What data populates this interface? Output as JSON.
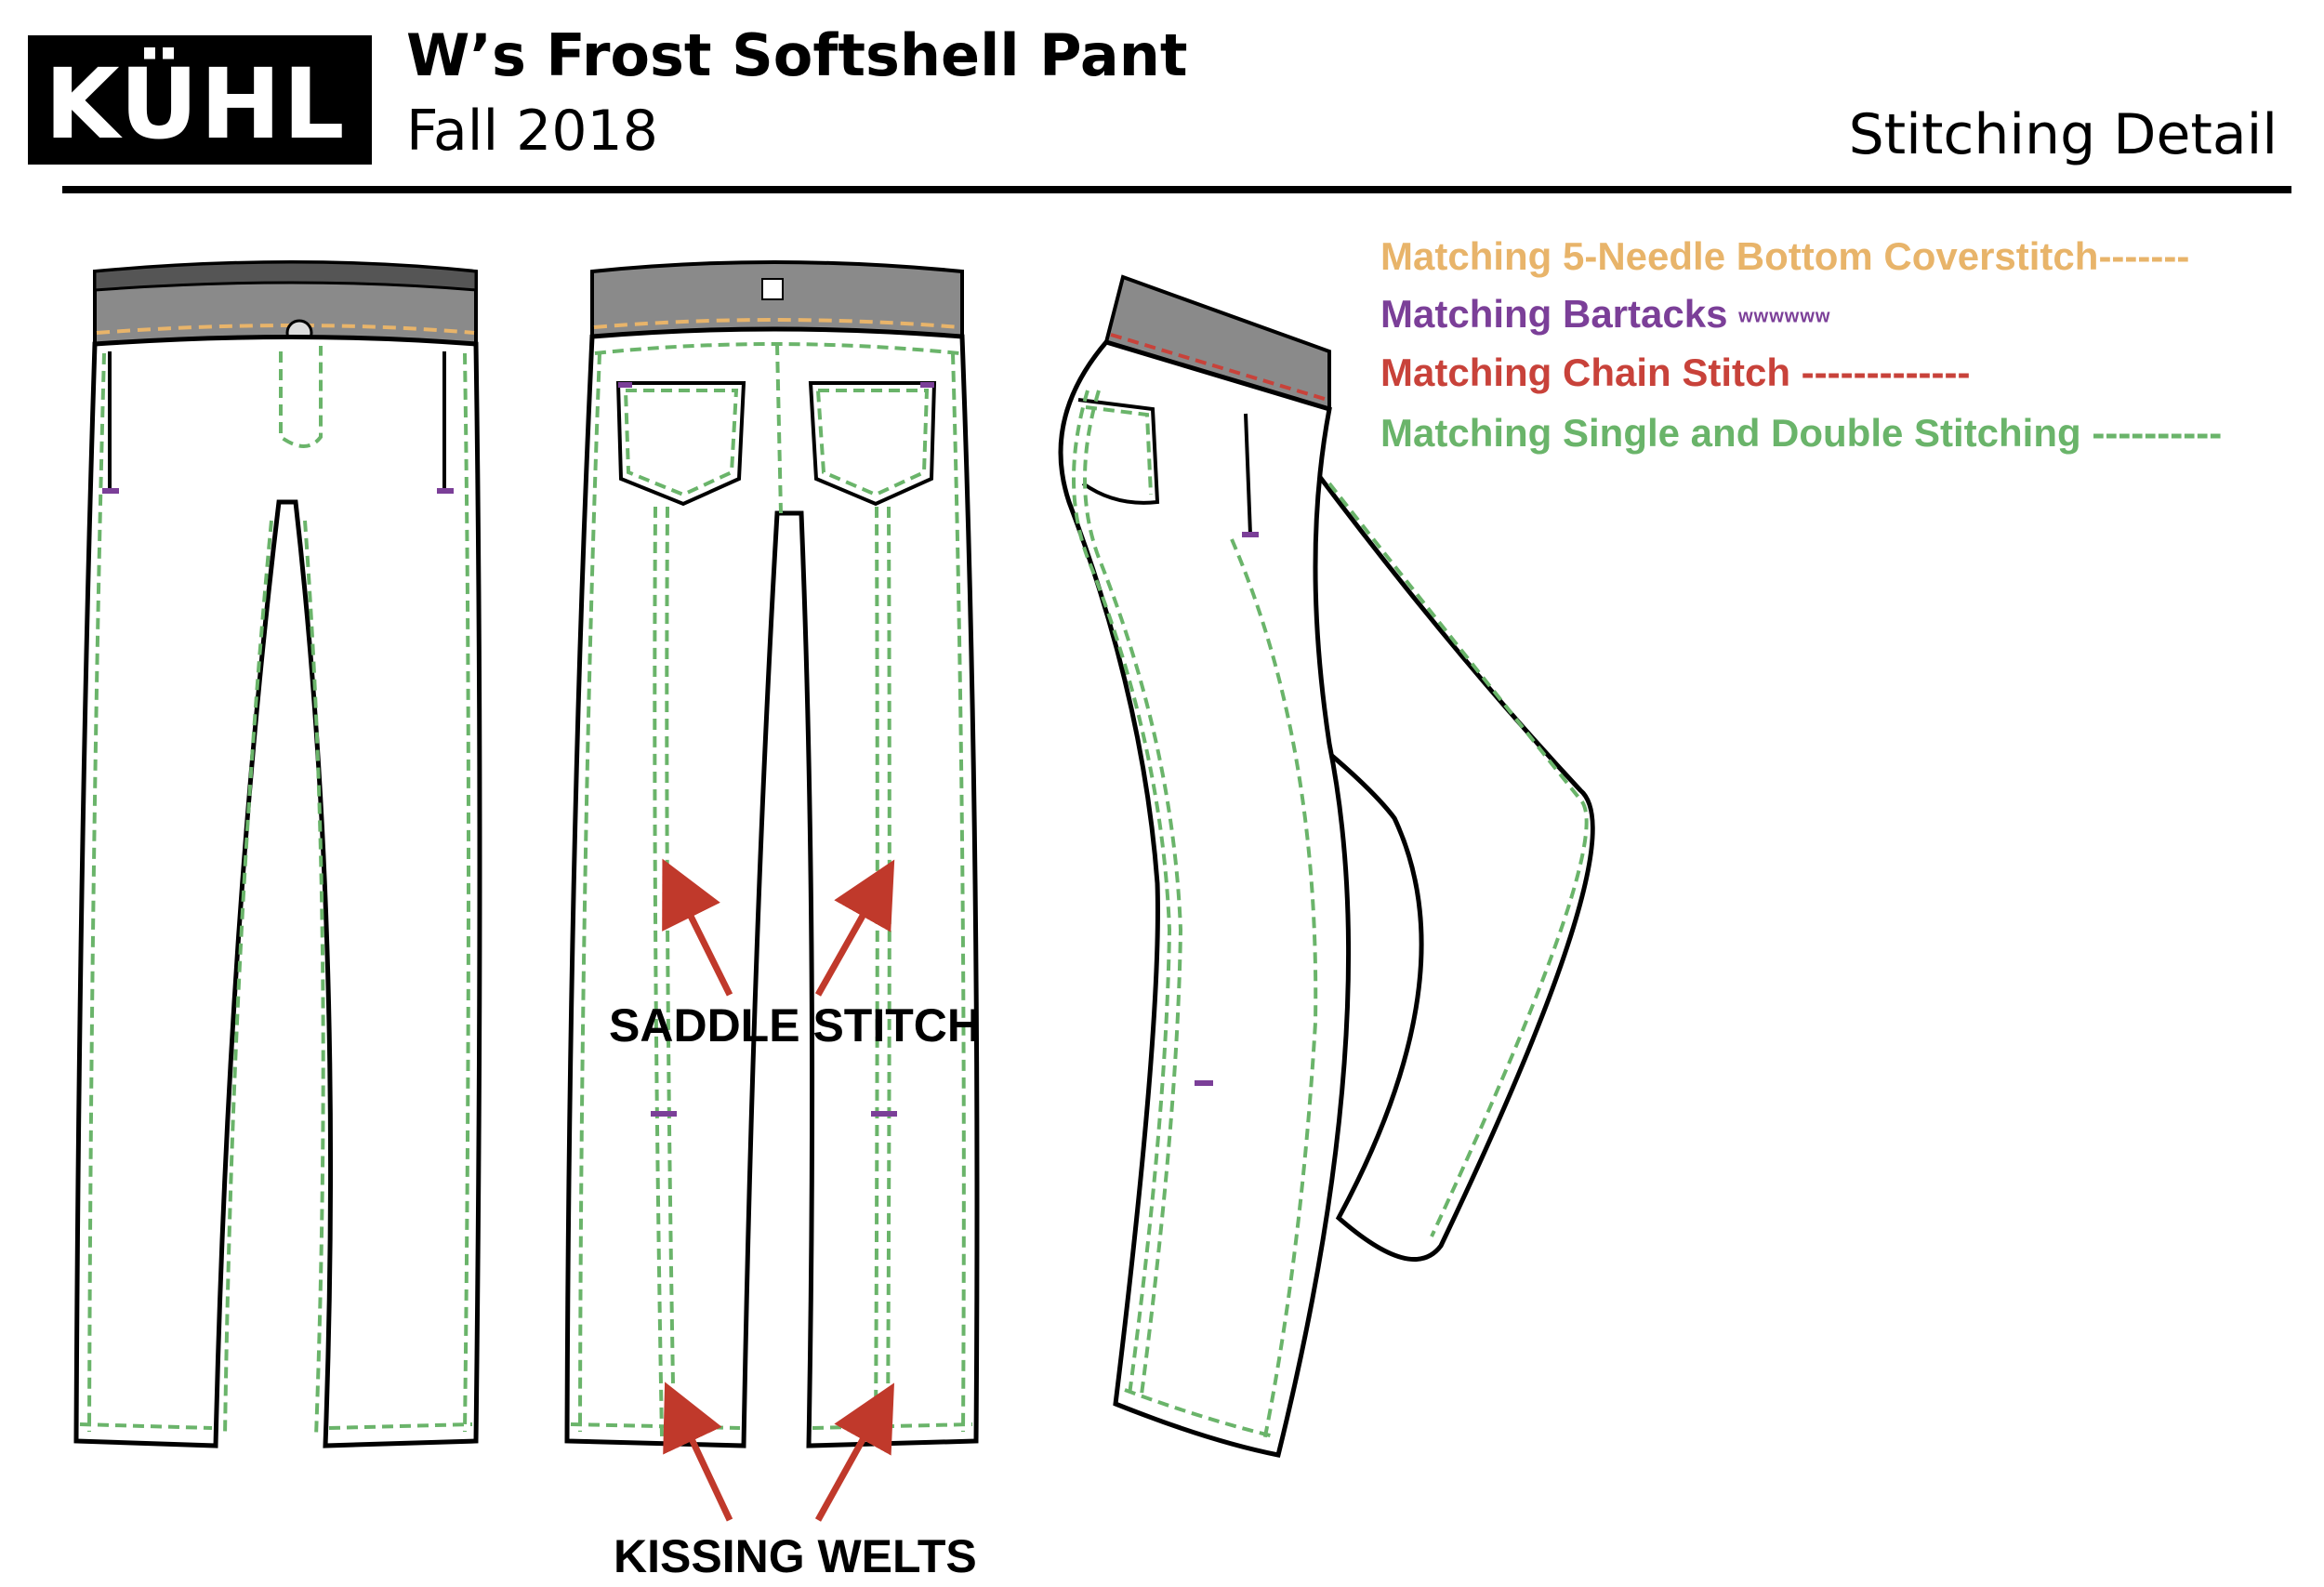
{
  "header": {
    "brand": "KÜHL",
    "product_title": "W’s Frost Softshell Pant",
    "season": "Fall 2018",
    "section": "Stitching Detail"
  },
  "legend": [
    {
      "label": "Matching 5-Needle Bottom Coverstitch",
      "sample": "-------",
      "color": "#e8b46a"
    },
    {
      "label": "Matching Bartacks",
      "sample": "wwwwww",
      "color": "#7b3f98"
    },
    {
      "label": "Matching Chain Stitch",
      "sample": "-------------",
      "color": "#c8423a"
    },
    {
      "label": "Matching Single and Double Stitching",
      "sample": "----------",
      "color": "#6ab46a"
    }
  ],
  "callouts": {
    "saddle": "SADDLE STITCH",
    "welts": "KISSING WELTS"
  },
  "colors": {
    "outline": "#000000",
    "waistband": "#8a8a8a",
    "coverstitch": "#e8b46a",
    "bartack": "#7b3f98",
    "chain": "#c8423a",
    "stitching": "#6ab46a",
    "arrow": "#c0392b"
  }
}
